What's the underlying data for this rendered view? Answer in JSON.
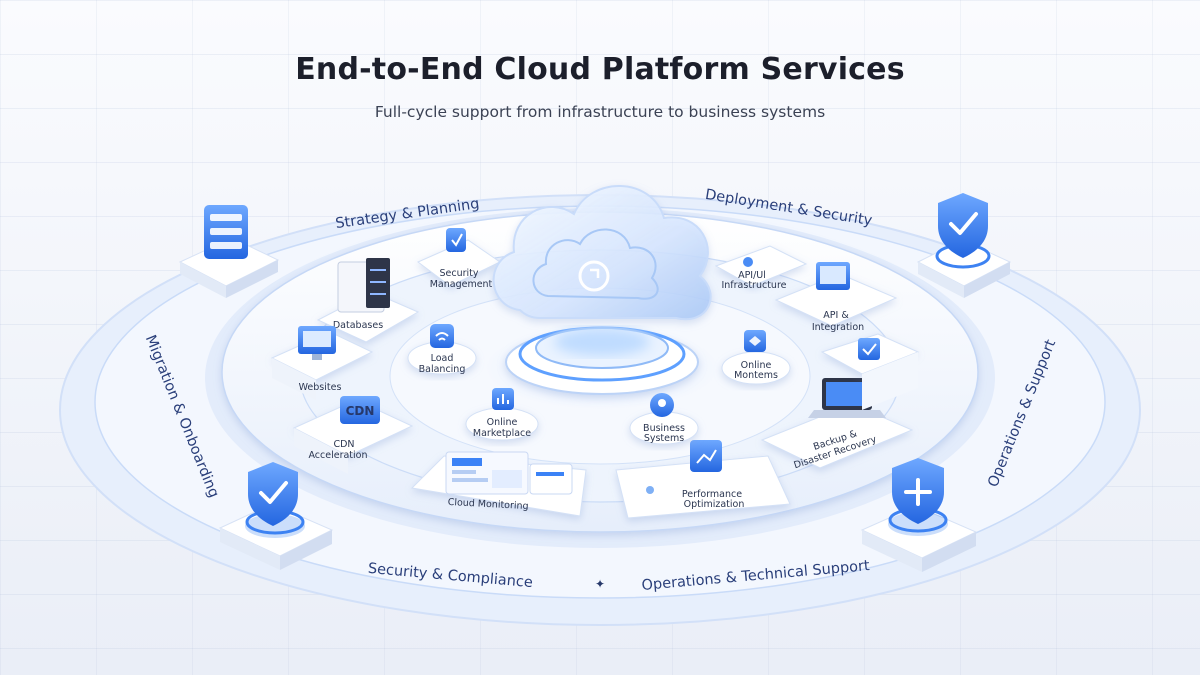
{
  "header": {
    "title": "End-to-End Cloud Platform Services",
    "subtitle": "Full-cycle support from infrastructure to business systems"
  },
  "outer_ring": {
    "strategy": "Strategy & Planning",
    "deployment": "Deployment & Security",
    "migration": "Migration & Onboarding",
    "operations": "Operations & Support",
    "security": "Security & Compliance",
    "ops_technical": "Operations & Technical Support"
  },
  "tiles": {
    "security_management": [
      "Security",
      "Management"
    ],
    "databases": "Databases",
    "websites": "Websites",
    "cdn": "CDN",
    "cdn_acceleration": [
      "CDN",
      "Acceleration"
    ],
    "cloud_monitoring": "Cloud Monitoring",
    "performance": [
      "Performance",
      "Optimization"
    ],
    "backup": [
      "Backup &",
      "Disaster Recovery"
    ],
    "api": [
      "API &",
      "Integration"
    ],
    "top_right": [
      "API/Ul",
      "Infrastructure"
    ]
  },
  "inner_nodes": {
    "load_balancing": [
      "Load",
      "Balancing"
    ],
    "online_marketplace": [
      "Online",
      "Marketplace"
    ],
    "business_systems": [
      "Business",
      "Systems"
    ],
    "online_monitors": [
      "Online",
      "Montems"
    ]
  },
  "colors": {
    "accent": "#2f7cf0",
    "accent_light": "#8fbaf7",
    "ring": "#dfe9fb",
    "text_dark": "#1c1f2b"
  },
  "icons": [
    "server-icon",
    "shield-check-icon",
    "cloud-sync-icon",
    "database-icon",
    "monitor-icon",
    "laptop-icon",
    "location-pin-icon",
    "wifi-icon",
    "chart-icon"
  ]
}
